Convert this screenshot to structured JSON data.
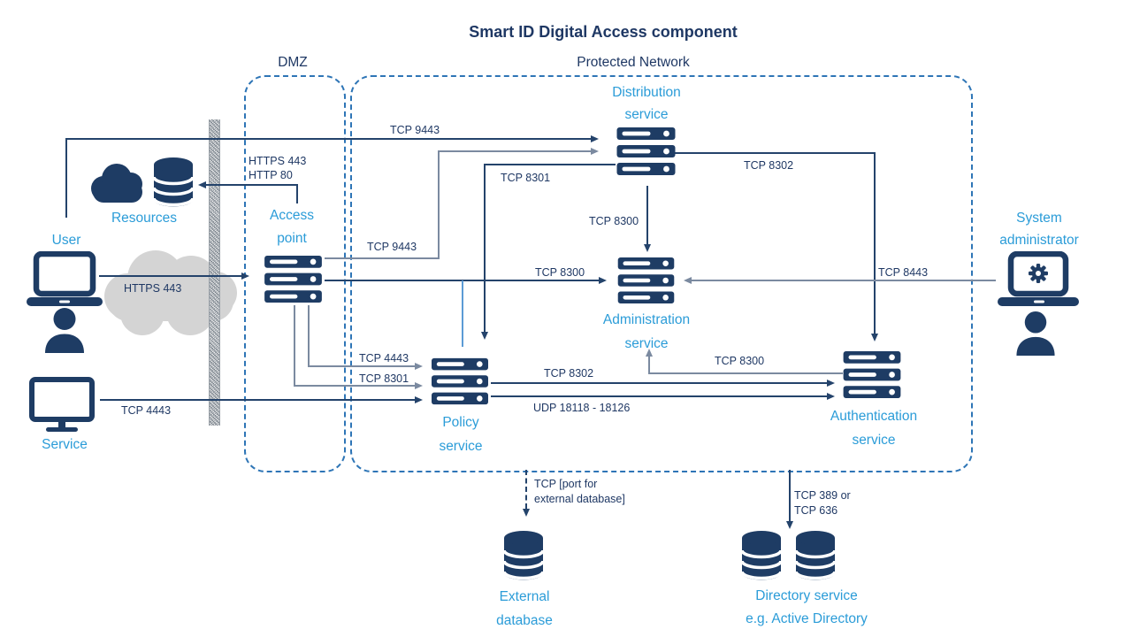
{
  "title": "Smart ID Digital Access component",
  "zones": {
    "dmz": {
      "label": "DMZ"
    },
    "protected": {
      "label": "Protected Network"
    }
  },
  "nodes": {
    "user": {
      "label": "User"
    },
    "resources": {
      "label": "Resources"
    },
    "service": {
      "label": "Service"
    },
    "access_point": {
      "line1": "Access",
      "line2": "point"
    },
    "distribution": {
      "line1": "Distribution",
      "line2": "service"
    },
    "administration": {
      "line1": "Administration",
      "line2": "service"
    },
    "policy": {
      "line1": "Policy",
      "line2": "service"
    },
    "authentication": {
      "line1": "Authentication",
      "line2": "service"
    },
    "system_admin": {
      "line1": "System",
      "line2": "administrator"
    },
    "external_db": {
      "line1": "External",
      "line2": "database"
    },
    "directory": {
      "line1": "Directory service",
      "line2": "e.g. Active Directory"
    }
  },
  "connections": {
    "user_to_distribution": {
      "label": "TCP 9443"
    },
    "accesspoint_to_distribution": {
      "label": "TCP 9443"
    },
    "accesspoint_to_resources": {
      "label1": "HTTPS 443",
      "label2": "HTTP 80"
    },
    "user_to_accesspoint": {
      "label": "HTTPS 443"
    },
    "distribution_to_policy": {
      "label": "TCP 8301"
    },
    "distribution_to_administration": {
      "label": "TCP 8300"
    },
    "distribution_to_authentication": {
      "label": "TCP 8302"
    },
    "accesspoint_to_administration": {
      "label": "TCP 8300"
    },
    "sysadmin_to_administration": {
      "label": "TCP 8443"
    },
    "accesspoint_to_policy_4443": {
      "label": "TCP 4443"
    },
    "accesspoint_to_policy_8301": {
      "label": "TCP 8301"
    },
    "service_to_policy": {
      "label": "TCP 4443"
    },
    "policy_to_authentication_8302": {
      "label": "TCP 8302"
    },
    "policy_to_authentication_udp": {
      "label": "UDP 18118 - 18126"
    },
    "authentication_to_administration": {
      "label": "TCP 8300"
    },
    "policy_to_externaldb": {
      "label1": "TCP [port for",
      "label2": "external database]"
    },
    "authentication_to_directory": {
      "label1": "TCP 389 or",
      "label2": "TCP 636"
    }
  },
  "colors": {
    "title_navy": "#1f3864",
    "label_cyan": "#2b9cd8",
    "zone_border_blue": "#2e75b6",
    "line_navy": "#24436b",
    "line_muted": "#7b8aa0",
    "branch_blue": "#5b9bd5",
    "icon_navy": "#1e3c64",
    "cloud_gray": "#d4d4d4"
  }
}
